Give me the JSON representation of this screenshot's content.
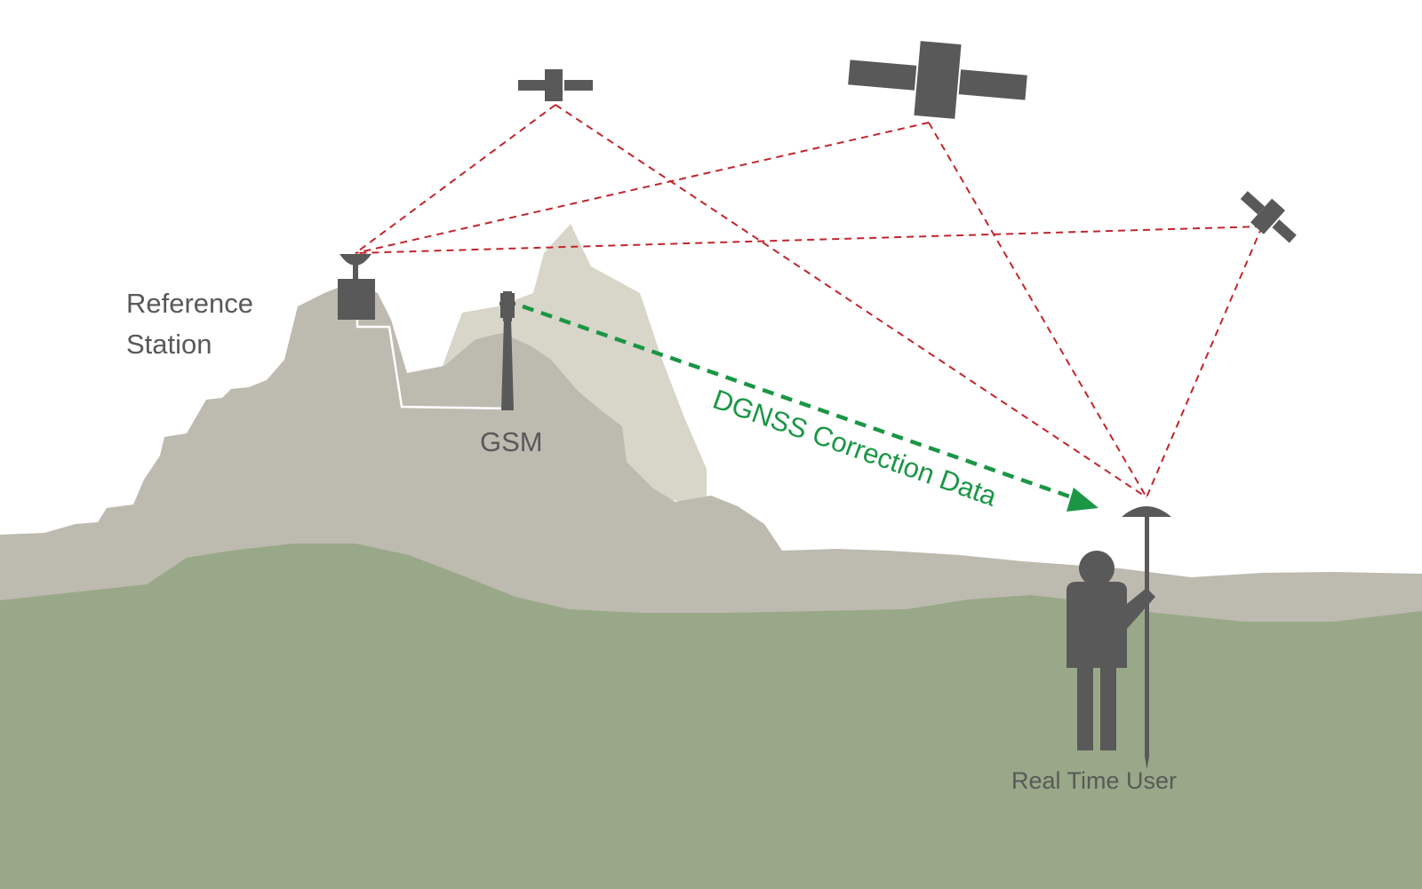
{
  "labels": {
    "reference_station_line1": "Reference",
    "reference_station_line2": "Station",
    "gsm": "GSM",
    "correction_data": "DGNSS Correction Data",
    "real_time_user": "Real Time User"
  },
  "colors": {
    "sky": "#ffffff",
    "mountain_dark": "#bdbab0",
    "mountain_light": "#d8d5c9",
    "ground": "#99a888",
    "icon": "#595959",
    "satellite_signal": "#c0262d",
    "correction_arrow": "#1a9645",
    "cable": "#ffffff"
  },
  "icons": {
    "satellites": [
      "satellite-icon",
      "satellite-icon",
      "satellite-icon"
    ],
    "reference_station": "gnss-receiver-icon",
    "gsm_tower": "antenna-tower-icon",
    "user": "person-icon",
    "rover_pole": "gnss-rover-pole-icon"
  }
}
